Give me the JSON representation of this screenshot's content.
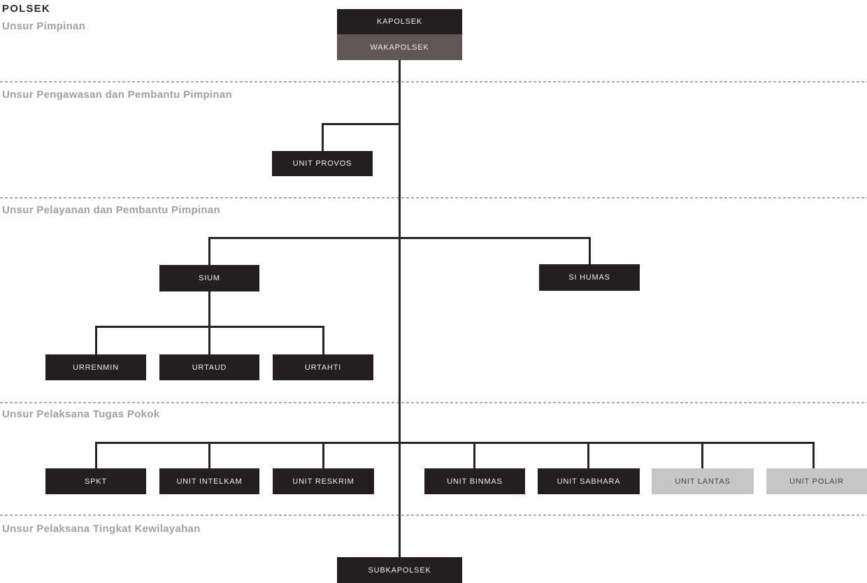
{
  "title": "POLSEK",
  "colors": {
    "background": "#ffffff",
    "title_text": "#2e2828",
    "section_text": "#a3a0a0",
    "divider": "#a9a9a9",
    "line": "#2a2423",
    "box_dark": "#241f1e",
    "box_medium": "#5e5755",
    "box_light": "#c7c6c6",
    "box_dark_text": "#efeceb",
    "box_light_text": "#474443"
  },
  "sections": [
    {
      "label": "Unsur Pimpinan"
    },
    {
      "label": "Unsur Pengawasan dan Pembantu Pimpinan"
    },
    {
      "label": "Unsur Pelayanan dan Pembantu Pimpinan"
    },
    {
      "label": "Unsur Pelaksana Tugas Pokok"
    },
    {
      "label": "Unsur Pelaksana Tingkat Kewilayahan"
    }
  ],
  "nodes": {
    "kapolsek": {
      "label": "KAPOLSEK",
      "style": "dark"
    },
    "wakapolsek": {
      "label": "WAKAPOLSEK",
      "style": "medium"
    },
    "unit_provos": {
      "label": "UNIT PROVOS",
      "style": "dark"
    },
    "sium": {
      "label": "SIUM",
      "style": "dark"
    },
    "si_humas": {
      "label": "SI HUMAS",
      "style": "dark"
    },
    "urrenmin": {
      "label": "URRENMIN",
      "style": "dark"
    },
    "urtaud": {
      "label": "URTAUD",
      "style": "dark"
    },
    "urtahti": {
      "label": "URTAHTI",
      "style": "dark"
    },
    "spkt": {
      "label": "SPKT",
      "style": "dark"
    },
    "unit_intelkam": {
      "label": "UNIT INTELKAM",
      "style": "dark"
    },
    "unit_reskrim": {
      "label": "UNIT RESKRIM",
      "style": "dark"
    },
    "unit_binmas": {
      "label": "UNIT BINMAS",
      "style": "dark"
    },
    "unit_sabhara": {
      "label": "UNIT SABHARA",
      "style": "dark"
    },
    "unit_lantas": {
      "label": "UNIT LANTAS",
      "style": "light"
    },
    "unit_polair": {
      "label": "UNIT POLAIR",
      "style": "light"
    },
    "subkapolsek": {
      "label": "SUBKAPOLSEK",
      "style": "dark"
    }
  }
}
